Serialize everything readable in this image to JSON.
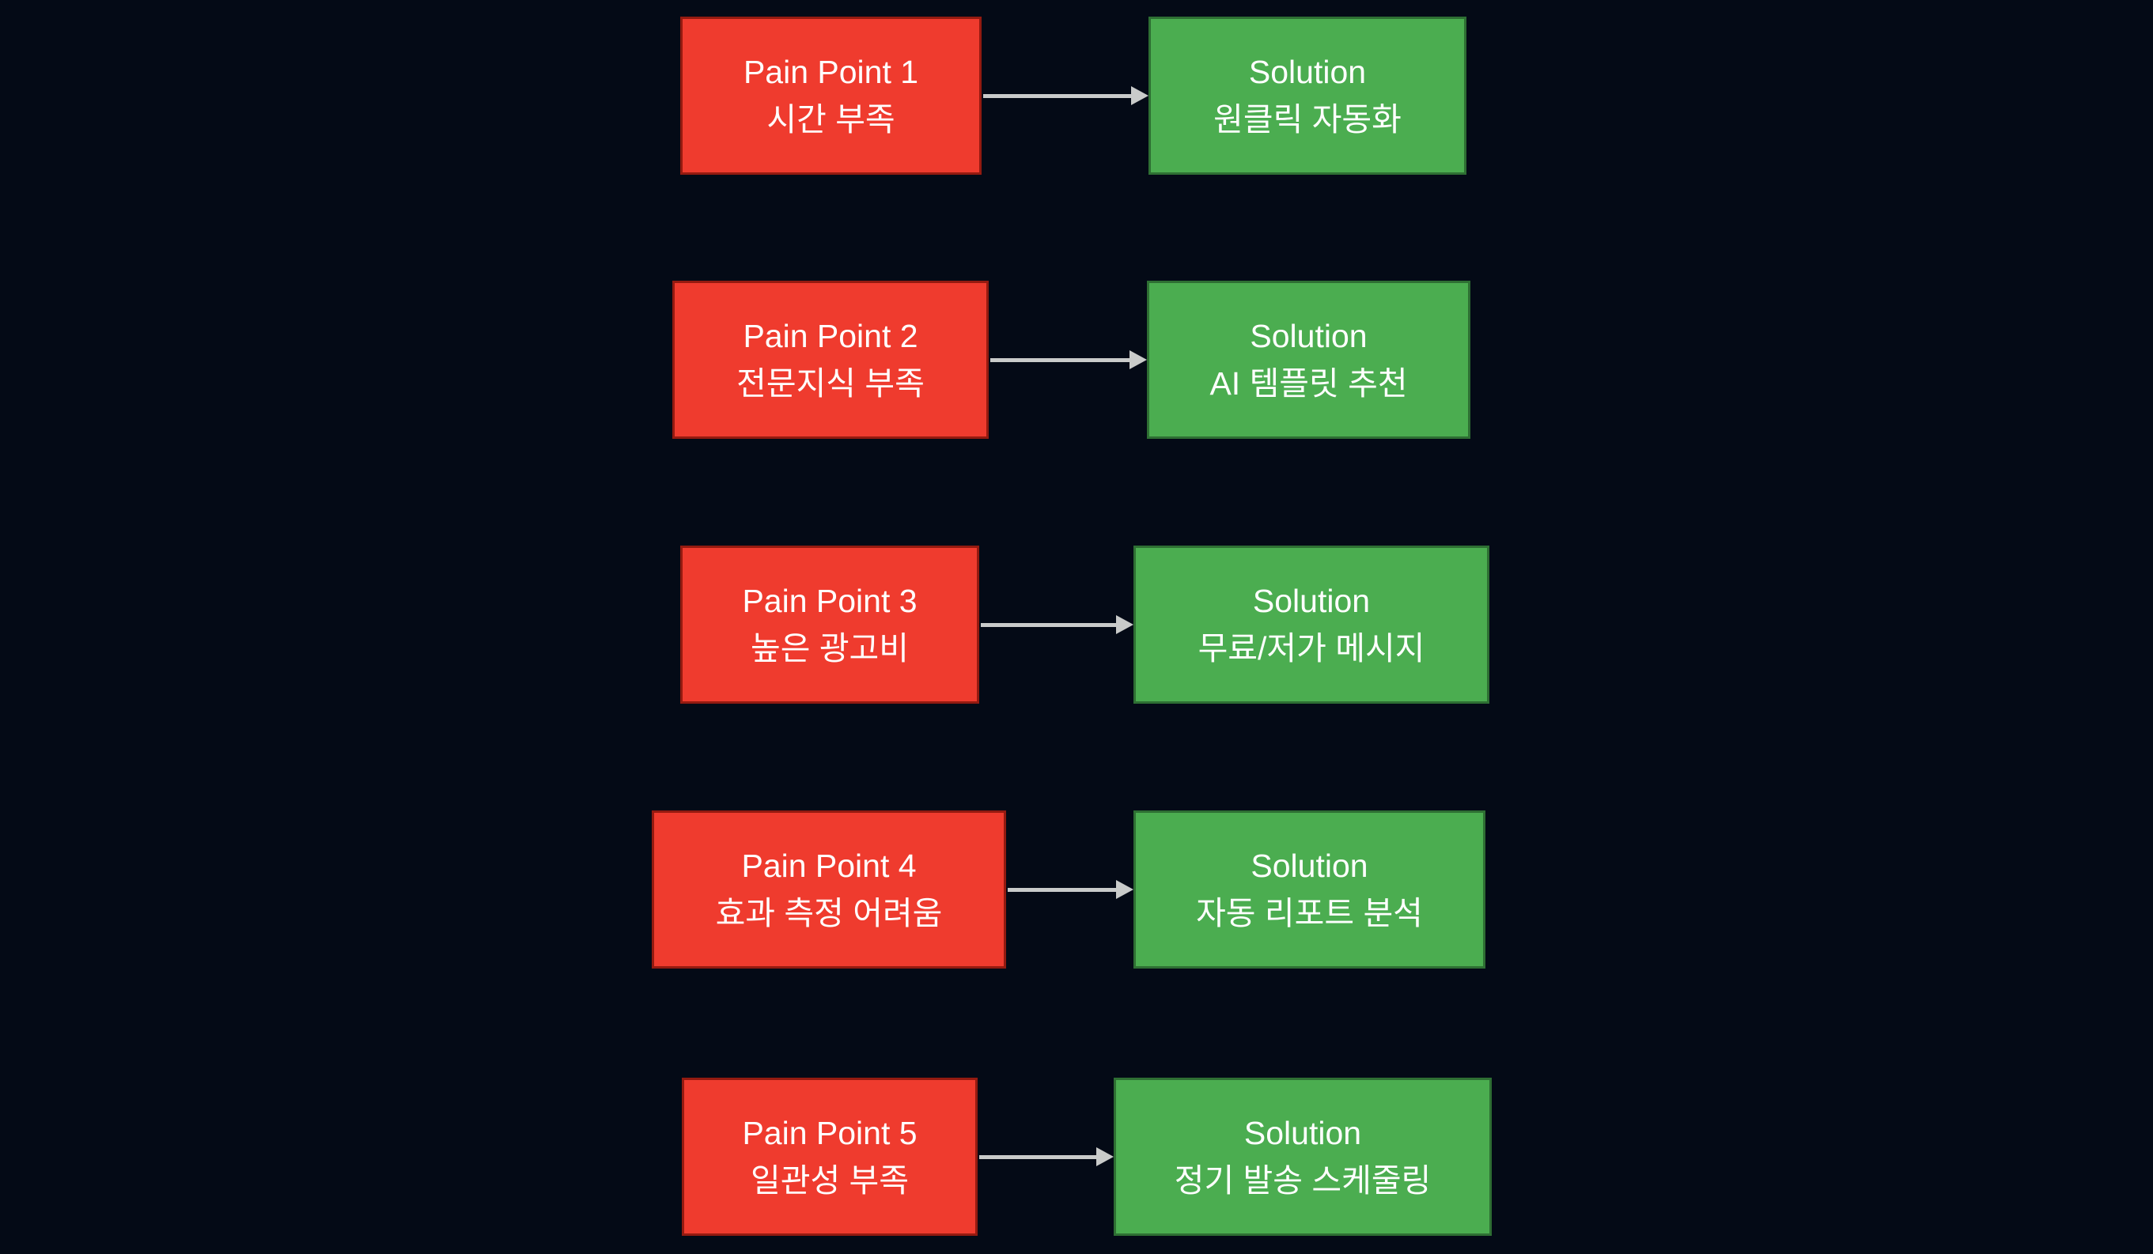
{
  "diagram": {
    "background_color": "#040a16",
    "pain_fill_color": "#ef3b2e",
    "pain_border_color": "#941a10",
    "solution_fill_color": "#4bad50",
    "solution_border_color": "#2e6f33",
    "arrow_color": "#c9cbca",
    "text_color": "#ffffff",
    "rows": [
      {
        "pain_title": "Pain Point 1",
        "pain_label": "시간 부족",
        "solution_title": "Solution",
        "solution_label": "원클릭 자동화"
      },
      {
        "pain_title": "Pain Point 2",
        "pain_label": "전문지식 부족",
        "solution_title": "Solution",
        "solution_label": "AI 템플릿 추천"
      },
      {
        "pain_title": "Pain Point 3",
        "pain_label": "높은 광고비",
        "solution_title": "Solution",
        "solution_label": "무료/저가 메시지"
      },
      {
        "pain_title": "Pain Point 4",
        "pain_label": "효과 측정 어려움",
        "solution_title": "Solution",
        "solution_label": "자동 리포트 분석"
      },
      {
        "pain_title": "Pain Point 5",
        "pain_label": "일관성 부족",
        "solution_title": "Solution",
        "solution_label": "정기 발송 스케줄링"
      }
    ]
  }
}
